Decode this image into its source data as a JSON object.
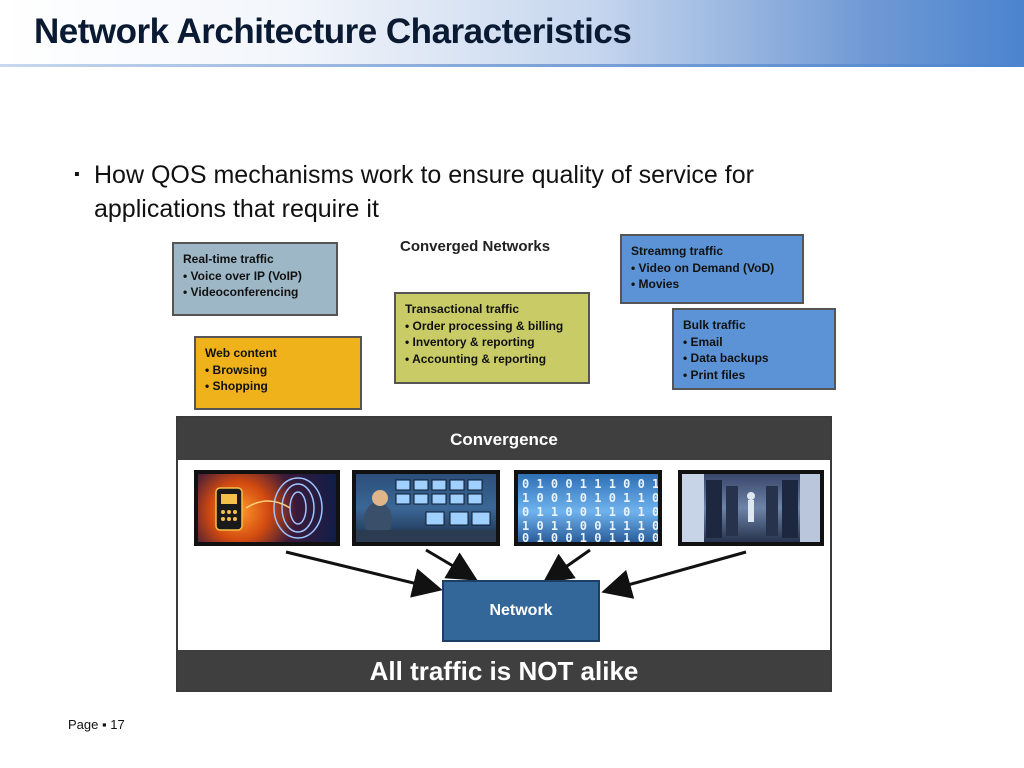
{
  "slide": {
    "title": "Network Architecture Characteristics",
    "bullet": "How QOS mechanisms work to ensure quality of service for applications that require it"
  },
  "diagram": {
    "heading": "Converged Networks",
    "boxes": [
      {
        "title": "Real-time traffic",
        "items": [
          "Voice over IP (VoIP)",
          "Videoconferencing"
        ],
        "color": "#9db7c7"
      },
      {
        "title": "Web content",
        "items": [
          "Browsing",
          "Shopping"
        ],
        "color": "#f0b21a"
      },
      {
        "title": "Transactional traffic",
        "items": [
          "Order processing & billing",
          "Inventory & reporting",
          "Accounting & reporting"
        ],
        "color": "#c9cc66"
      },
      {
        "title": "Streamng traffic",
        "items": [
          "Video on Demand (VoD)",
          "Movies"
        ],
        "color": "#5b93d6"
      },
      {
        "title": "Bulk traffic",
        "items": [
          "Email",
          "Data backups",
          "Print files"
        ],
        "color": "#5b93d6"
      }
    ],
    "convergence_label": "Convergence",
    "network_label": "Network",
    "tagline": "All traffic is NOT alike"
  },
  "footer": {
    "page_label": "Page",
    "separator": "▪",
    "page_number": "17"
  }
}
